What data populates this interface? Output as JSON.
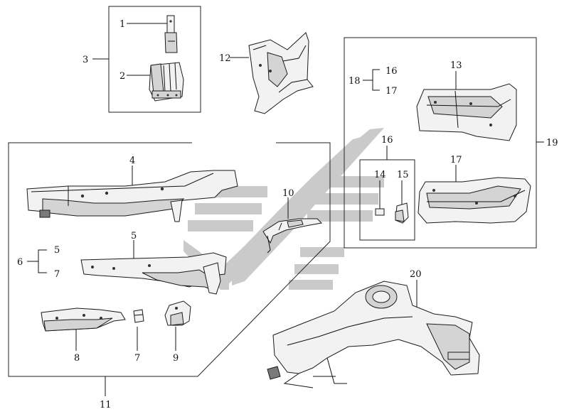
{
  "diagram": {
    "labels": {
      "l1": "1",
      "l2": "2",
      "l3": "3",
      "l4": "4",
      "l5a": "5",
      "l5b": "5",
      "l6": "6",
      "l7a": "7",
      "l7b": "7",
      "l8": "8",
      "l9": "9",
      "l10": "10",
      "l11": "11",
      "l12": "12",
      "l13": "13",
      "l14": "14",
      "l15": "15",
      "l16a": "16",
      "l16b": "16",
      "l17a": "17",
      "l17b": "17",
      "l18": "18",
      "l19": "19",
      "l20": "20"
    },
    "colors": {
      "line": "#111111",
      "watermark": "#c9c9c9",
      "part_fill": "#f2f2f2",
      "part_shade": "#d4d4d4"
    }
  }
}
